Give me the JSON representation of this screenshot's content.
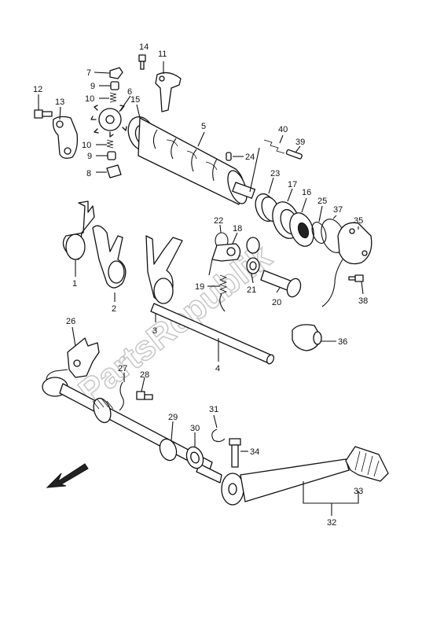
{
  "watermark": "PartsRepublik",
  "callouts": {
    "c1": "1",
    "c2": "2",
    "c3": "3",
    "c4": "4",
    "c5": "5",
    "c6": "6",
    "c7": "7",
    "c8": "8",
    "c9a": "9",
    "c9b": "9",
    "c10a": "10",
    "c10b": "10",
    "c11": "11",
    "c12": "12",
    "c13": "13",
    "c14": "14",
    "c15": "15",
    "c16": "16",
    "c17": "17",
    "c18": "18",
    "c19": "19",
    "c20": "20",
    "c21": "21",
    "c22": "22",
    "c23": "23",
    "c24": "24",
    "c25": "25",
    "c26": "26",
    "c27": "27",
    "c28": "28",
    "c29": "29",
    "c30": "30",
    "c31": "31",
    "c32": "32",
    "c33": "33",
    "c34": "34",
    "c35": "35",
    "c36": "36",
    "c37": "37",
    "c38": "38",
    "c39": "39",
    "c40": "40"
  }
}
